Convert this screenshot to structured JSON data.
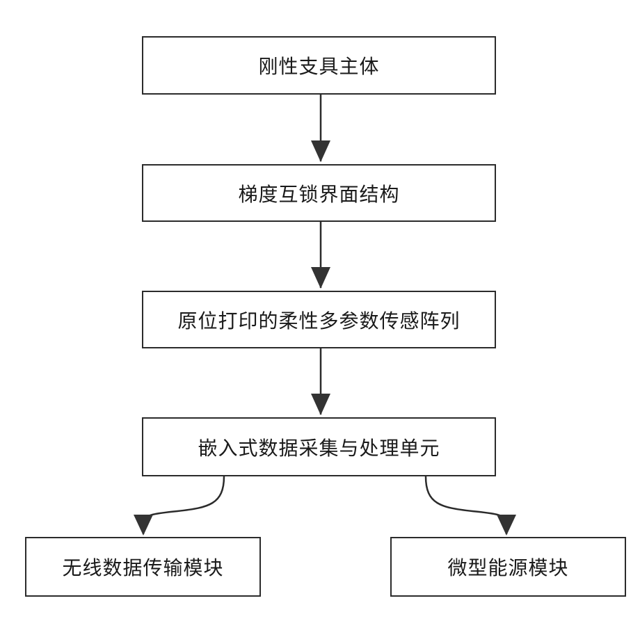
{
  "diagram": {
    "nodes": [
      {
        "id": "n1",
        "label": "刚性支具主体"
      },
      {
        "id": "n2",
        "label": "梯度互锁界面结构"
      },
      {
        "id": "n3",
        "label": "原位打印的柔性多参数传感阵列"
      },
      {
        "id": "n4",
        "label": "嵌入式数据采集与处理单元"
      },
      {
        "id": "n5",
        "label": "无线数据传输模块"
      },
      {
        "id": "n6",
        "label": "微型能源模块"
      }
    ],
    "edges": [
      {
        "from": "n1",
        "to": "n2"
      },
      {
        "from": "n2",
        "to": "n3"
      },
      {
        "from": "n3",
        "to": "n4"
      },
      {
        "from": "n4",
        "to": "n5"
      },
      {
        "from": "n4",
        "to": "n6"
      }
    ],
    "colors": {
      "line": "#2b2b2b",
      "box_border": "#2b2b2b",
      "text": "#1a1a1a",
      "background": "#ffffff"
    }
  }
}
